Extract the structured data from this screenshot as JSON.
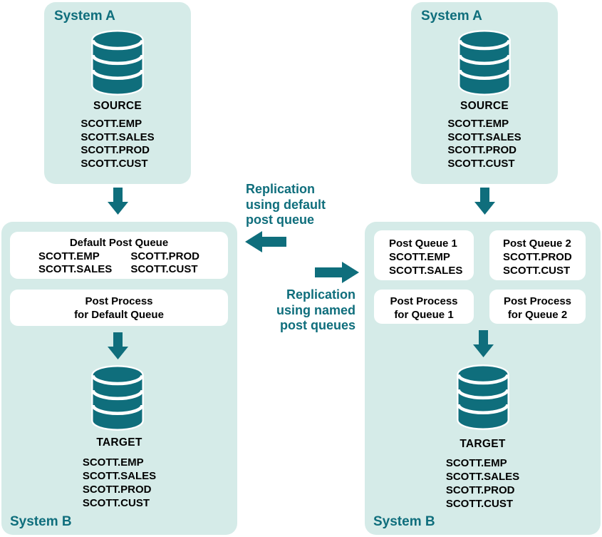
{
  "palette": {
    "accent": "#0f6e7c",
    "panel": "#d5ebe8",
    "ink": "#000000",
    "box": "#ffffff"
  },
  "middle": {
    "default_note": {
      "l1": "Replication",
      "l2": "using default",
      "l3": "post queue"
    },
    "named_note": {
      "l1": "Replication",
      "l2": "using named",
      "l3": "post queues"
    }
  },
  "left": {
    "system_a": {
      "title": "System A",
      "db_label": "SOURCE",
      "tables": [
        "SCOTT.EMP",
        "SCOTT.SALES",
        "SCOTT.PROD",
        "SCOTT.CUST"
      ]
    },
    "system_b": {
      "title": "System B",
      "queue_box": {
        "title": "Default Post Queue",
        "col1": [
          "SCOTT.EMP",
          "SCOTT.SALES"
        ],
        "col2": [
          "SCOTT.PROD",
          "SCOTT.CUST"
        ]
      },
      "process_box": {
        "l1": "Post Process",
        "l2": "for Default Queue"
      },
      "db_label": "TARGET",
      "tables": [
        "SCOTT.EMP",
        "SCOTT.SALES",
        "SCOTT.PROD",
        "SCOTT.CUST"
      ]
    }
  },
  "right": {
    "system_a": {
      "title": "System A",
      "db_label": "SOURCE",
      "tables": [
        "SCOTT.EMP",
        "SCOTT.SALES",
        "SCOTT.PROD",
        "SCOTT.CUST"
      ]
    },
    "system_b": {
      "title": "System B",
      "queue1": {
        "title": "Post Queue 1",
        "tables": [
          "SCOTT.EMP",
          "SCOTT.SALES"
        ]
      },
      "queue2": {
        "title": "Post Queue 2",
        "tables": [
          "SCOTT.PROD",
          "SCOTT.CUST"
        ]
      },
      "process1": {
        "l1": "Post Process",
        "l2": "for Queue 1"
      },
      "process2": {
        "l1": "Post Process",
        "l2": "for Queue 2"
      },
      "db_label": "TARGET",
      "tables": [
        "SCOTT.EMP",
        "SCOTT.SALES",
        "SCOTT.PROD",
        "SCOTT.CUST"
      ]
    }
  }
}
